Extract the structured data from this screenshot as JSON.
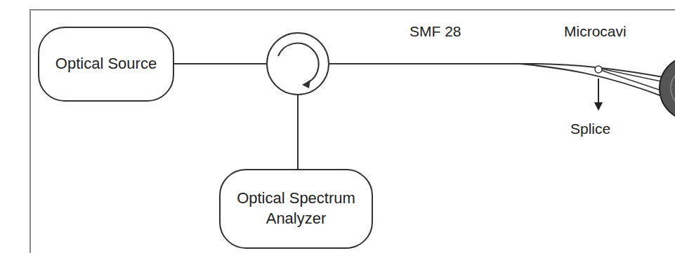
{
  "diagram": {
    "nodes": [
      {
        "text": [
          "Optical Source"
        ]
      },
      {
        "text": [
          "Optical Spectrum Analyzer"
        ]
      }
    ],
    "edges": [
      {
        "from": 0,
        "to": 1,
        "arrow": "none"
      }
    ],
    "labels": [
      "SMF 28",
      "Microcavi",
      "Splice"
    ]
  }
}
